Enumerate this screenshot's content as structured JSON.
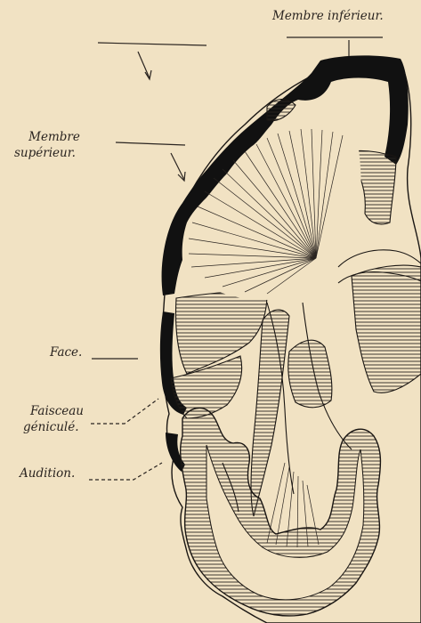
{
  "labels": {
    "membre_inferieur": "Membre inférieur.",
    "membre_superieur_1": "Membre",
    "membre_superieur_2": "supérieur.",
    "face": "Face.",
    "faisceau_1": "Faisceau",
    "faisceau_2": "géniculé.",
    "audition": "Audition."
  },
  "colors": {
    "paper": "#f1e2c3",
    "ink": "#111111",
    "tissue": "#f1e2c3"
  }
}
